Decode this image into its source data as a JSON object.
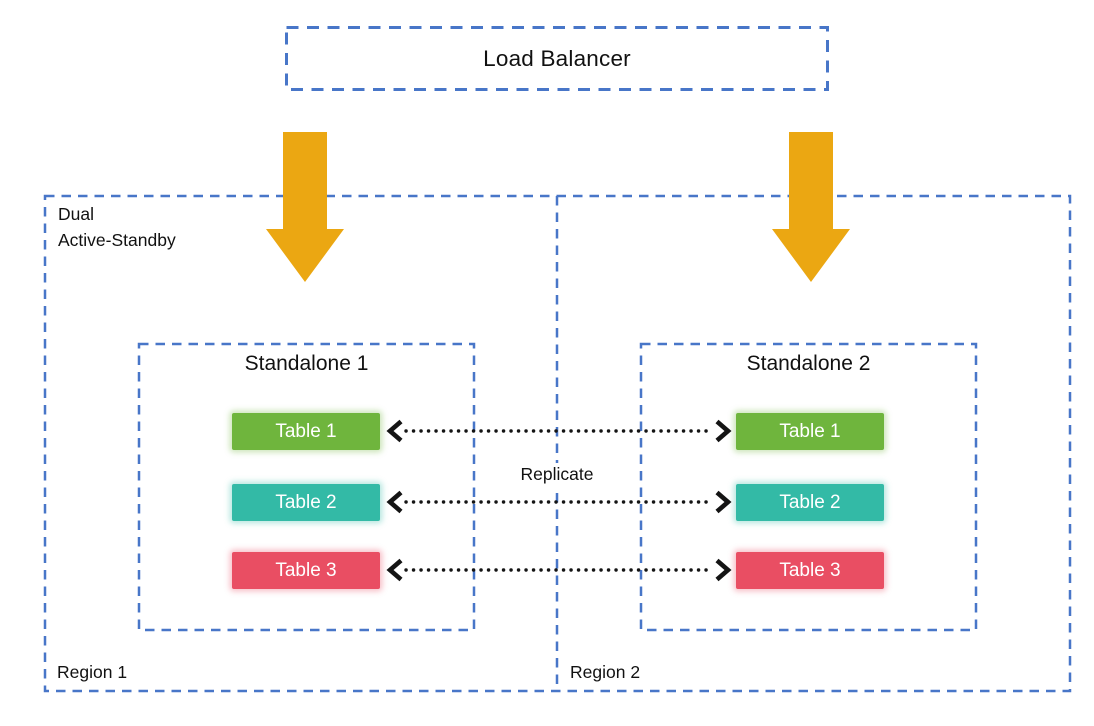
{
  "colors": {
    "dashed_border_blue": "#4876C8",
    "arrow_orange": "#EBA712",
    "dotted_arrow_black": "#141414"
  },
  "load_balancer": {
    "label": "Load Balancer"
  },
  "architecture_label": {
    "line1": "Dual",
    "line2": "Active-Standby"
  },
  "replicate_label": "Replicate",
  "regions": [
    {
      "name": "Region 1",
      "standalone": {
        "title": "Standalone 1",
        "tables": [
          {
            "label": "Table 1",
            "color": "#6FB53D"
          },
          {
            "label": "Table 2",
            "color": "#33BAA6"
          },
          {
            "label": "Table 3",
            "color": "#E94E63"
          }
        ]
      }
    },
    {
      "name": "Region 2",
      "standalone": {
        "title": "Standalone 2",
        "tables": [
          {
            "label": "Table 1",
            "color": "#6FB53D"
          },
          {
            "label": "Table 2",
            "color": "#33BAA6"
          },
          {
            "label": "Table 3",
            "color": "#E94E63"
          }
        ]
      }
    }
  ]
}
